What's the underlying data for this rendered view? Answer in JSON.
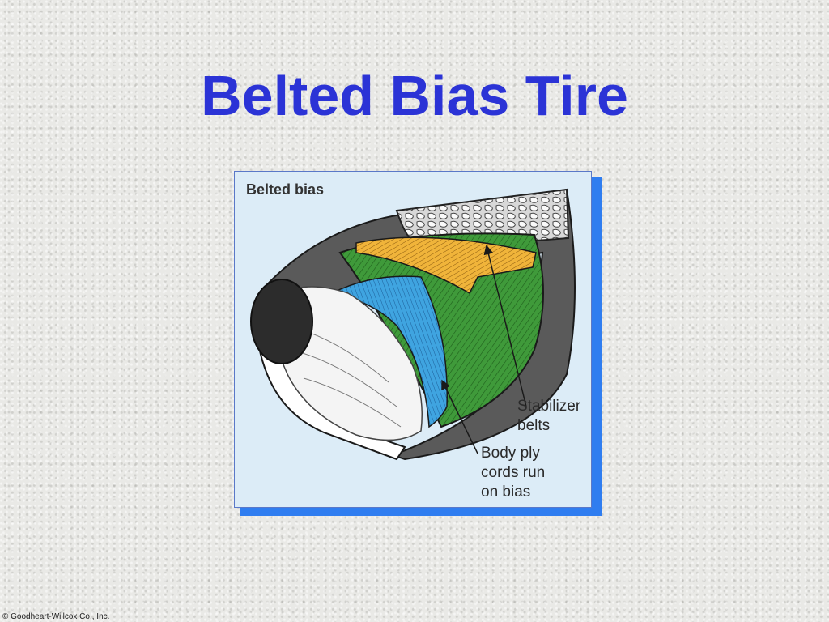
{
  "slide": {
    "title": "Belted Bias Tire",
    "footer": "© Goodheart-Willcox Co., Inc."
  },
  "figure": {
    "heading": "Belted bias",
    "callouts": {
      "belts": "Stabilizer\nbelts",
      "ply": "Body ply\ncords run\non bias"
    },
    "colors": {
      "panel": "#dcecf7",
      "shadow": "#2f7df0",
      "ply": "#3fa4e0",
      "belts": "#f0b43a",
      "carcass": "#3f9a3a",
      "rubber": "#555555"
    }
  }
}
